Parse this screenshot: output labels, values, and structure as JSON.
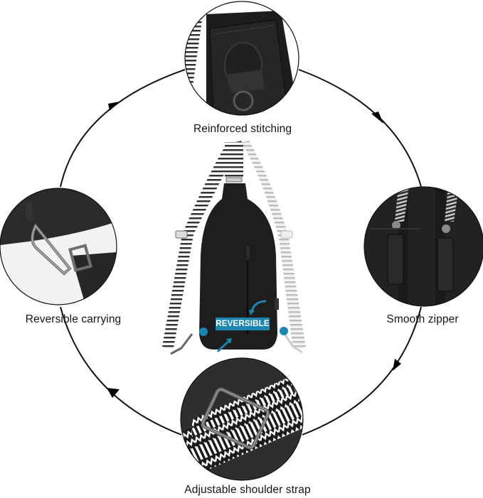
{
  "features": [
    {
      "id": "top",
      "label": "Reinforced stitching",
      "icon": "d-ring-stitching-closeup"
    },
    {
      "id": "right",
      "label": "Smooth zipper",
      "icon": "zipper-pulls-closeup"
    },
    {
      "id": "bottom",
      "label": "Adjustable shoulder strap",
      "icon": "strap-buckle-closeup"
    },
    {
      "id": "left",
      "label": "Reversible carrying",
      "icon": "swivel-clasp-closeup"
    }
  ],
  "center": {
    "product": "sling-bag",
    "badge_label": "REVERSIBLE"
  },
  "colors": {
    "accent": "#1b86b1",
    "bag": "#1e1e1e",
    "ring": "#111111",
    "background": "#ffffff"
  },
  "flow_direction": "clockwise"
}
